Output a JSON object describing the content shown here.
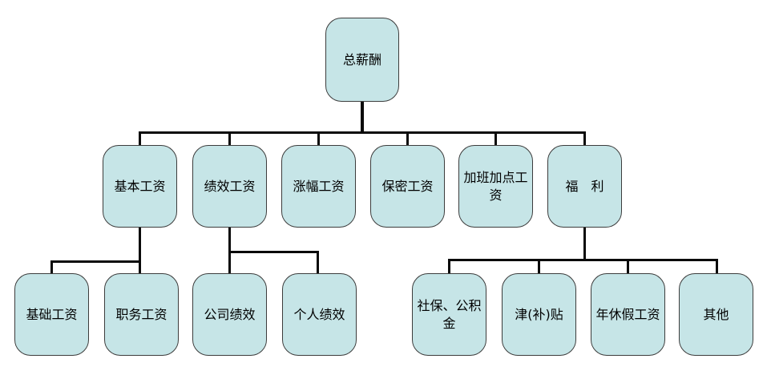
{
  "background": "#ffffff",
  "colors": {
    "node_fill": "#c6e5e7",
    "node_border": "#3c3c3c",
    "connector": "#0a0a0a",
    "text": "#000000"
  },
  "nodes": {
    "root": {
      "label": "总薪酬"
    },
    "level2": [
      {
        "label": "基本工资"
      },
      {
        "label": "绩效工资"
      },
      {
        "label": "涨幅工资"
      },
      {
        "label": "保密工资"
      },
      {
        "label": "加班加点工资"
      },
      {
        "label": "福　利"
      }
    ],
    "level3": [
      {
        "label": "基础工资"
      },
      {
        "label": "职务工资"
      },
      {
        "label": "公司绩效"
      },
      {
        "label": "个人绩效"
      },
      {
        "label": "社保、公积金"
      },
      {
        "label": "津(补)贴"
      },
      {
        "label": "年休假工资"
      },
      {
        "label": "其他"
      }
    ]
  },
  "hierarchy": {
    "总薪酬": [
      "基本工资",
      "绩效工资",
      "涨幅工资",
      "保密工资",
      "加班加点工资",
      "福利"
    ],
    "基本工资": [
      "基础工资",
      "职务工资"
    ],
    "绩效工资": [
      "公司绩效",
      "个人绩效"
    ],
    "福利": [
      "社保、公积金",
      "津(补)贴",
      "年休假工资",
      "其他"
    ]
  }
}
